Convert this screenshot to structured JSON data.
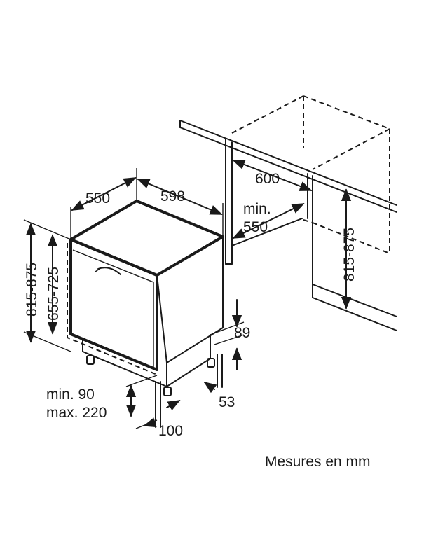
{
  "dimensions": {
    "depth": "550",
    "width": "598",
    "niche_width": "600",
    "niche_min_label": "min.",
    "niche_min_value": "550",
    "niche_height": "815-875",
    "appliance_height": "815-875",
    "door_height": "655-725",
    "plinth_top": "89",
    "foot_height": "53",
    "plinth_min": "min. 90",
    "plinth_max": "max. 220",
    "plinth_depth": "100"
  },
  "caption": "Mesures en mm",
  "colors": {
    "line": "#1a1a1a",
    "background": "#ffffff"
  }
}
